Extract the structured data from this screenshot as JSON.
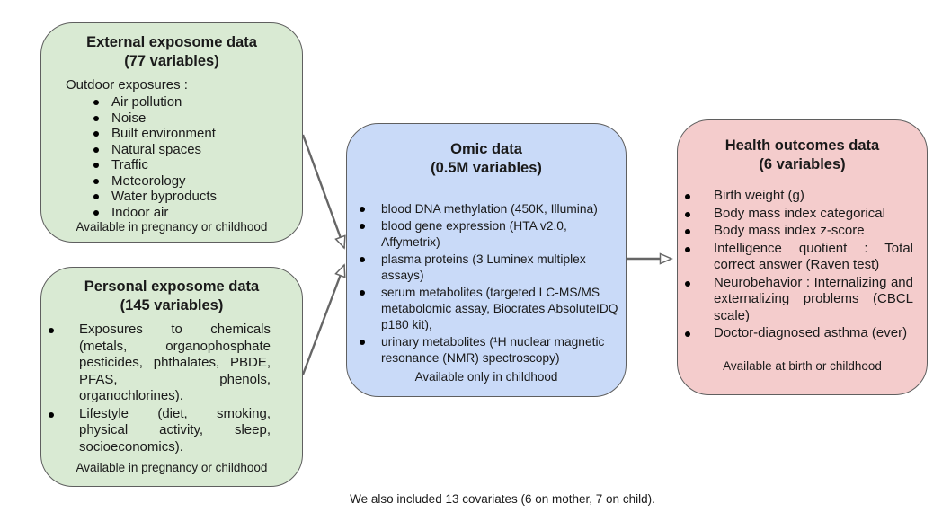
{
  "colors": {
    "green_fill": "#d9ead3",
    "blue_fill": "#c9daf8",
    "pink_fill": "#f4cccc",
    "border": "#5f5f5f",
    "arrow": "#666666"
  },
  "boxes": {
    "external": {
      "title": "External exposome data",
      "subtitle": "(77 variables)",
      "intro": "Outdoor exposures :",
      "items": [
        "Air pollution",
        "Noise",
        "Built environment",
        "Natural spaces",
        "Traffic",
        "Meteorology",
        "Water byproducts",
        "Indoor air"
      ],
      "footer": "Available in pregnancy or childhood"
    },
    "personal": {
      "title": "Personal exposome data",
      "subtitle": "(145 variables)",
      "items": [
        "Exposures to chemicals (metals, organophosphate pesticides, phthalates, PBDE, PFAS, phenols, organochlorines).",
        "Lifestyle (diet, smoking, physical activity, sleep, socioeconomics)."
      ],
      "footer": "Available in pregnancy or childhood"
    },
    "omic": {
      "title": "Omic data",
      "subtitle": "(0.5M variables)",
      "items": [
        "blood DNA methylation (450K, Illumina)",
        "blood gene expression (HTA v2.0, Affymetrix)",
        "plasma proteins (3 Luminex multiplex assays)",
        "serum metabolites (targeted LC-MS/MS metabolomic assay, Biocrates AbsoluteIDQ p180 kit),",
        "urinary metabolites (¹H nuclear magnetic resonance (NMR) spectroscopy)"
      ],
      "footer": "Available only in childhood"
    },
    "health": {
      "title": "Health outcomes data",
      "subtitle": "(6 variables)",
      "items": [
        "Birth weight (g)",
        "Body mass index categorical",
        "Body mass index z-score",
        "Intelligence quotient : Total correct answer (Raven test)",
        "Neurobehavior : Internalizing and externalizing problems (CBCL scale)",
        "Doctor-diagnosed asthma (ever)"
      ],
      "footer": "Available at birth or childhood"
    }
  },
  "caption": "We also included 13 covariates (6 on mother, 7 on child)."
}
